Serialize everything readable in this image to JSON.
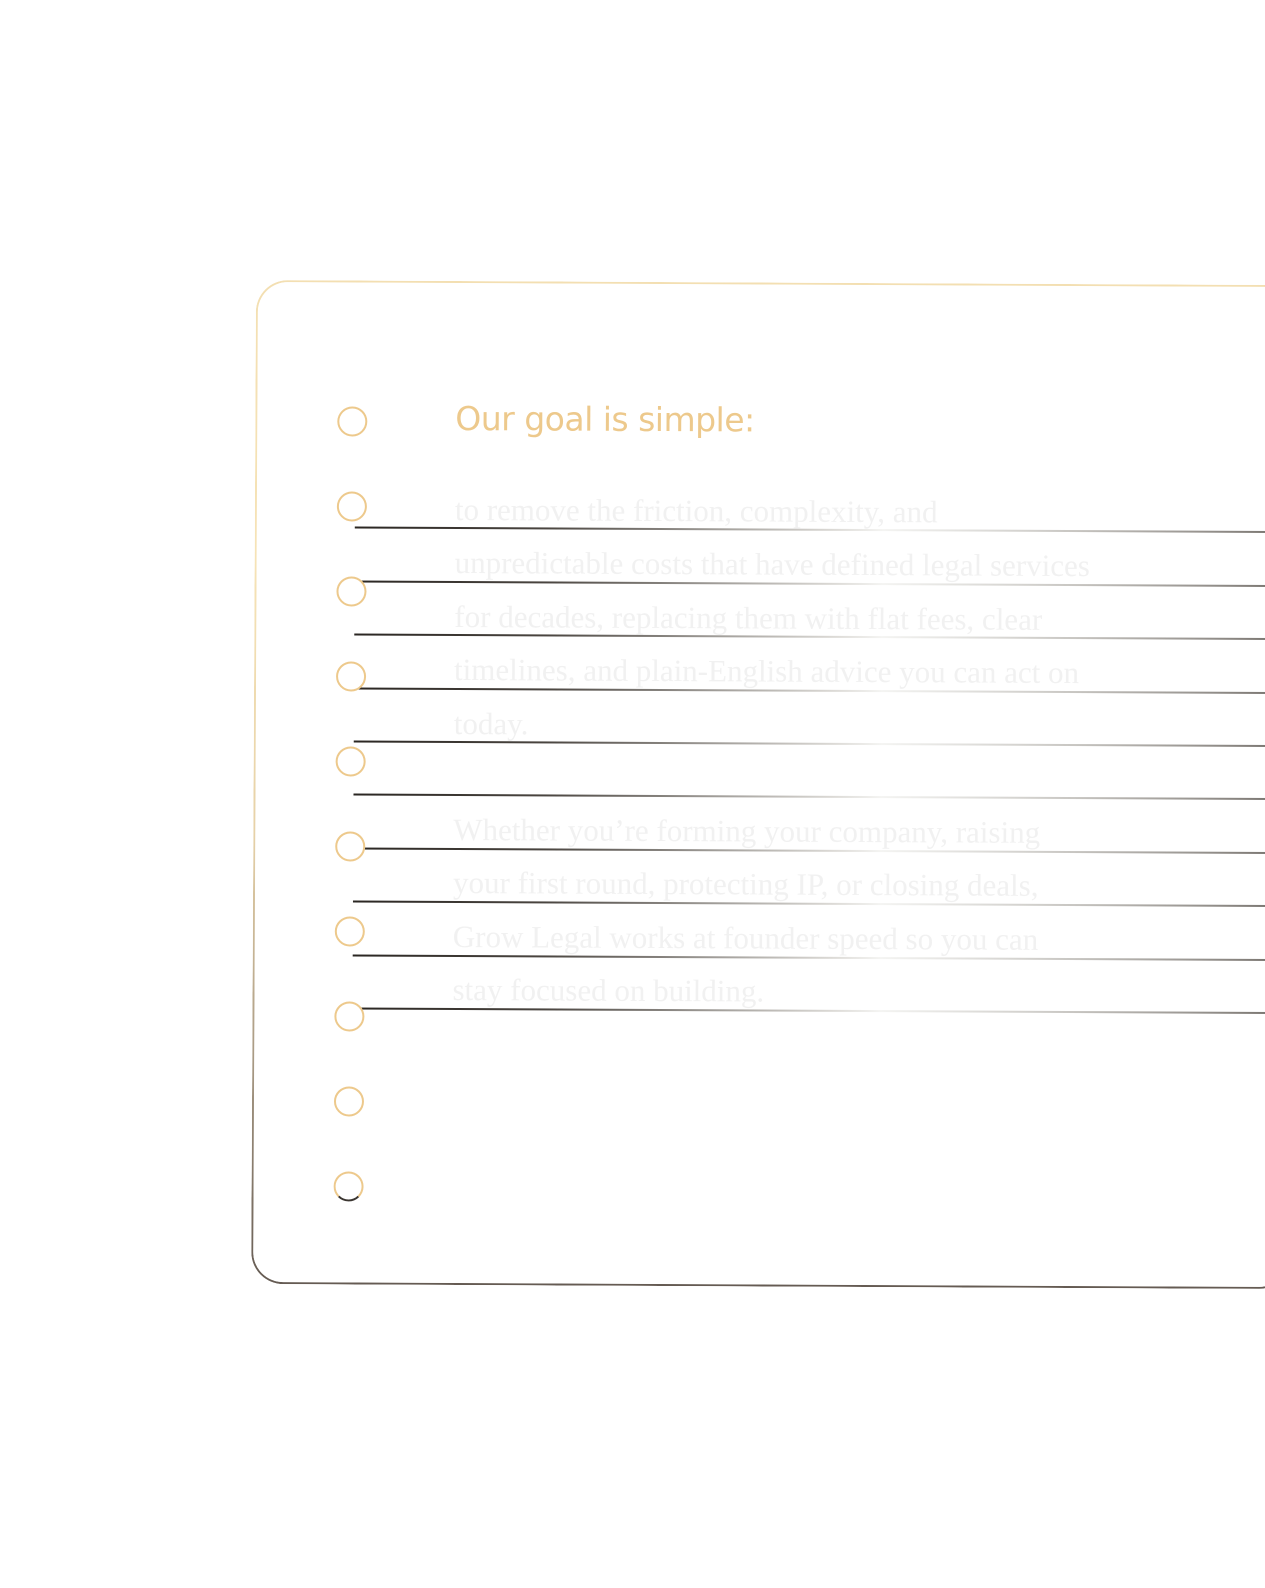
{
  "notebook": {
    "heading": "Our goal is simple:",
    "paragraphs": [
      "to remove the friction, complexity, and unpredictable costs that have defined legal services for decades, replacing them with flat fees, clear timelines, and plain-English advice you can act on today.",
      "Whether you’re forming your company, raising your first round, protecting IP, or closing deals, Grow Legal works at founder speed so you can stay focused on building."
    ],
    "hole_icon": "ring-hole-icon",
    "colors": {
      "accent": "#edc98c",
      "frame_dark": "#655b53",
      "rule_dark": "#2a2622",
      "faded_text": "#f1f1f1"
    }
  }
}
